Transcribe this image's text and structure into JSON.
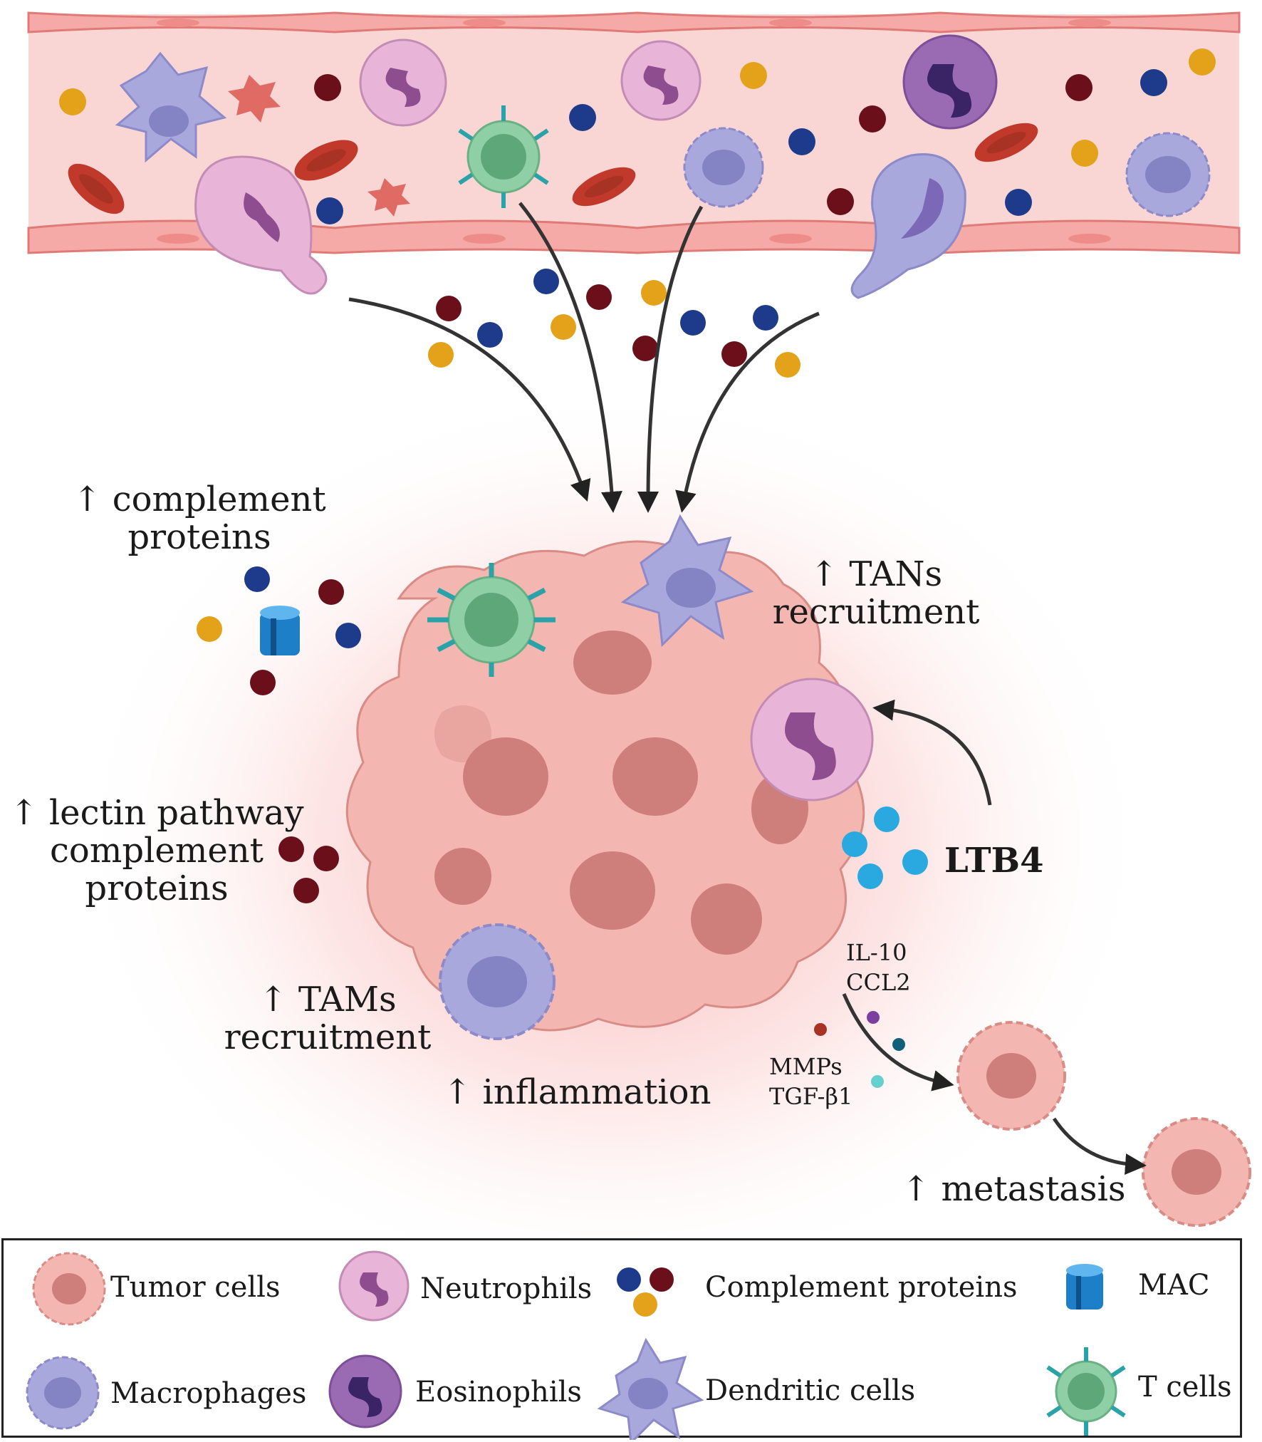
{
  "labels": {
    "complement": [
      "↑ complement",
      "proteins"
    ],
    "tans": [
      "↑ TANs",
      "recruitment"
    ],
    "lectin": [
      "↑ lectin pathway",
      "complement",
      "proteins"
    ],
    "ltb4": "LTB4",
    "il10": "IL-10",
    "ccl2": "CCL2",
    "tams": [
      "↑ TAMs",
      "recruitment"
    ],
    "mmps": "MMPs",
    "tgf": "TGF-β1",
    "inflammation": "↑ inflammation",
    "metastasis": "↑ metastasis"
  },
  "legend": [
    {
      "label": "Tumor cells",
      "icon": "tumor-cell-icon"
    },
    {
      "label": "Neutrophils",
      "icon": "neutrophil-icon"
    },
    {
      "label": "Complement proteins",
      "icon": "complement-proteins-icon"
    },
    {
      "label": "MAC",
      "icon": "mac-icon"
    },
    {
      "label": "Macrophages",
      "icon": "macrophage-icon"
    },
    {
      "label": "Eosinophils",
      "icon": "eosinophil-icon"
    },
    {
      "label": "Dendritic cells",
      "icon": "dendritic-cell-icon"
    },
    {
      "label": "T cells",
      "icon": "t-cell-icon"
    }
  ],
  "colors": {
    "vessel_fill": "#f9d6d4",
    "vessel_wall": "#f08a87",
    "rbc": "#c0392b",
    "complement_blue": "#1e3a8a",
    "complement_maroon": "#6b0f1a",
    "complement_orange": "#e3a21a",
    "ltb4": "#29a9e0",
    "tumor": "#f4b6b0",
    "tumor_nucleus": "#cf7f7b",
    "neutrophil": "#e8b4d8",
    "macrophage": "#a9a8dc",
    "eosinophil": "#9a6bb3",
    "t_cell": "#8fcfa5",
    "receptor": "#2aa3a8"
  }
}
